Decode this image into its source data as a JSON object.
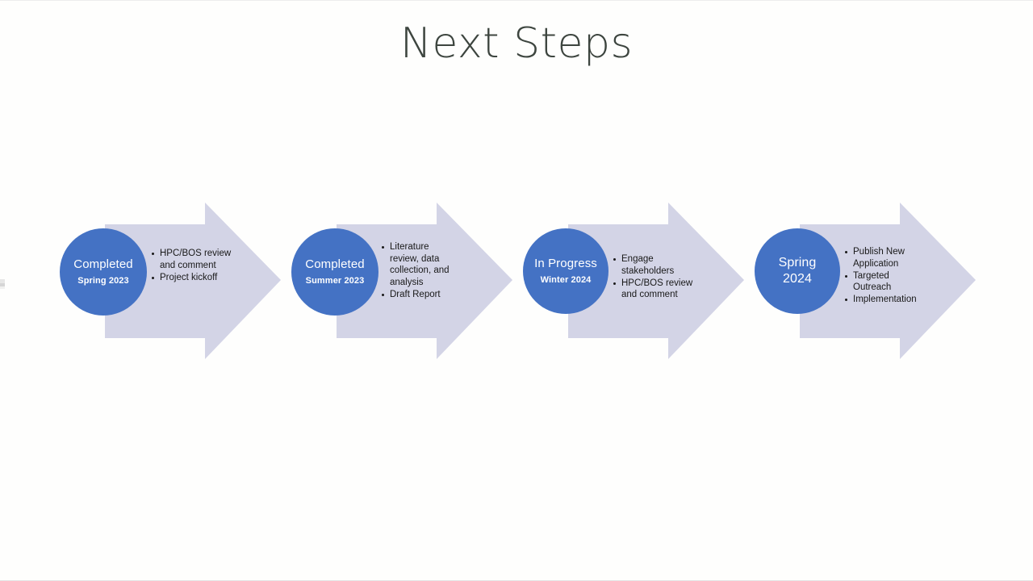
{
  "slide": {
    "title": "Next Steps",
    "background_color": "#fefefd",
    "accent_color": "#4472c4",
    "arrow_color": "#d3d4e6",
    "title_color": "#3d453f"
  },
  "steps": [
    {
      "label": "Completed",
      "period": "Spring 2023",
      "two_line_label": false,
      "bullets": [
        "HPC/BOS review and comment",
        "Project kickoff"
      ]
    },
    {
      "label": "Completed",
      "period": "Summer 2023",
      "two_line_label": false,
      "bullets": [
        "Literature review, data collection, and analysis",
        "Draft Report"
      ]
    },
    {
      "label": "In Progress",
      "period": "Winter 2024",
      "two_line_label": false,
      "bullets": [
        "Engage stakeholders",
        "HPC/BOS review and comment"
      ]
    },
    {
      "label": "Spring",
      "period": "2024",
      "two_line_label": true,
      "bullets": [
        "Publish New Application",
        "Targeted Outreach",
        "Implementation"
      ]
    }
  ]
}
